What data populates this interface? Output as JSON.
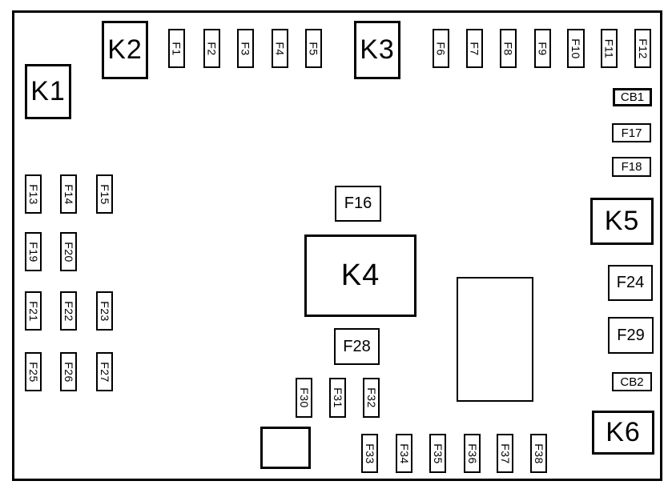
{
  "diagram": {
    "type": "fuse-relay-box-layout",
    "colors": {
      "background": "#ffffff",
      "line": "#000000",
      "text": "#000000"
    }
  },
  "relays": {
    "k1": "K1",
    "k2": "K2",
    "k3": "K3",
    "k4": "K4",
    "k5": "K5",
    "k6": "K6"
  },
  "fuses": {
    "f1": "F1",
    "f2": "F2",
    "f3": "F3",
    "f4": "F4",
    "f5": "F5",
    "f6": "F6",
    "f7": "F7",
    "f8": "F8",
    "f9": "F9",
    "f10": "F10",
    "f11": "F11",
    "f12": "F12",
    "f13": "F13",
    "f14": "F14",
    "f15": "F15",
    "f16": "F16",
    "f17": "F17",
    "f18": "F18",
    "f19": "F19",
    "f20": "F20",
    "f21": "F21",
    "f22": "F22",
    "f23": "F23",
    "f24": "F24",
    "f25": "F25",
    "f26": "F26",
    "f27": "F27",
    "f28": "F28",
    "f29": "F29",
    "f30": "F30",
    "f31": "F31",
    "f32": "F32",
    "f33": "F33",
    "f34": "F34",
    "f35": "F35",
    "f36": "F36",
    "f37": "F37",
    "f38": "F38"
  },
  "circuit_breakers": {
    "cb1": "CB1",
    "cb2": "CB2"
  }
}
